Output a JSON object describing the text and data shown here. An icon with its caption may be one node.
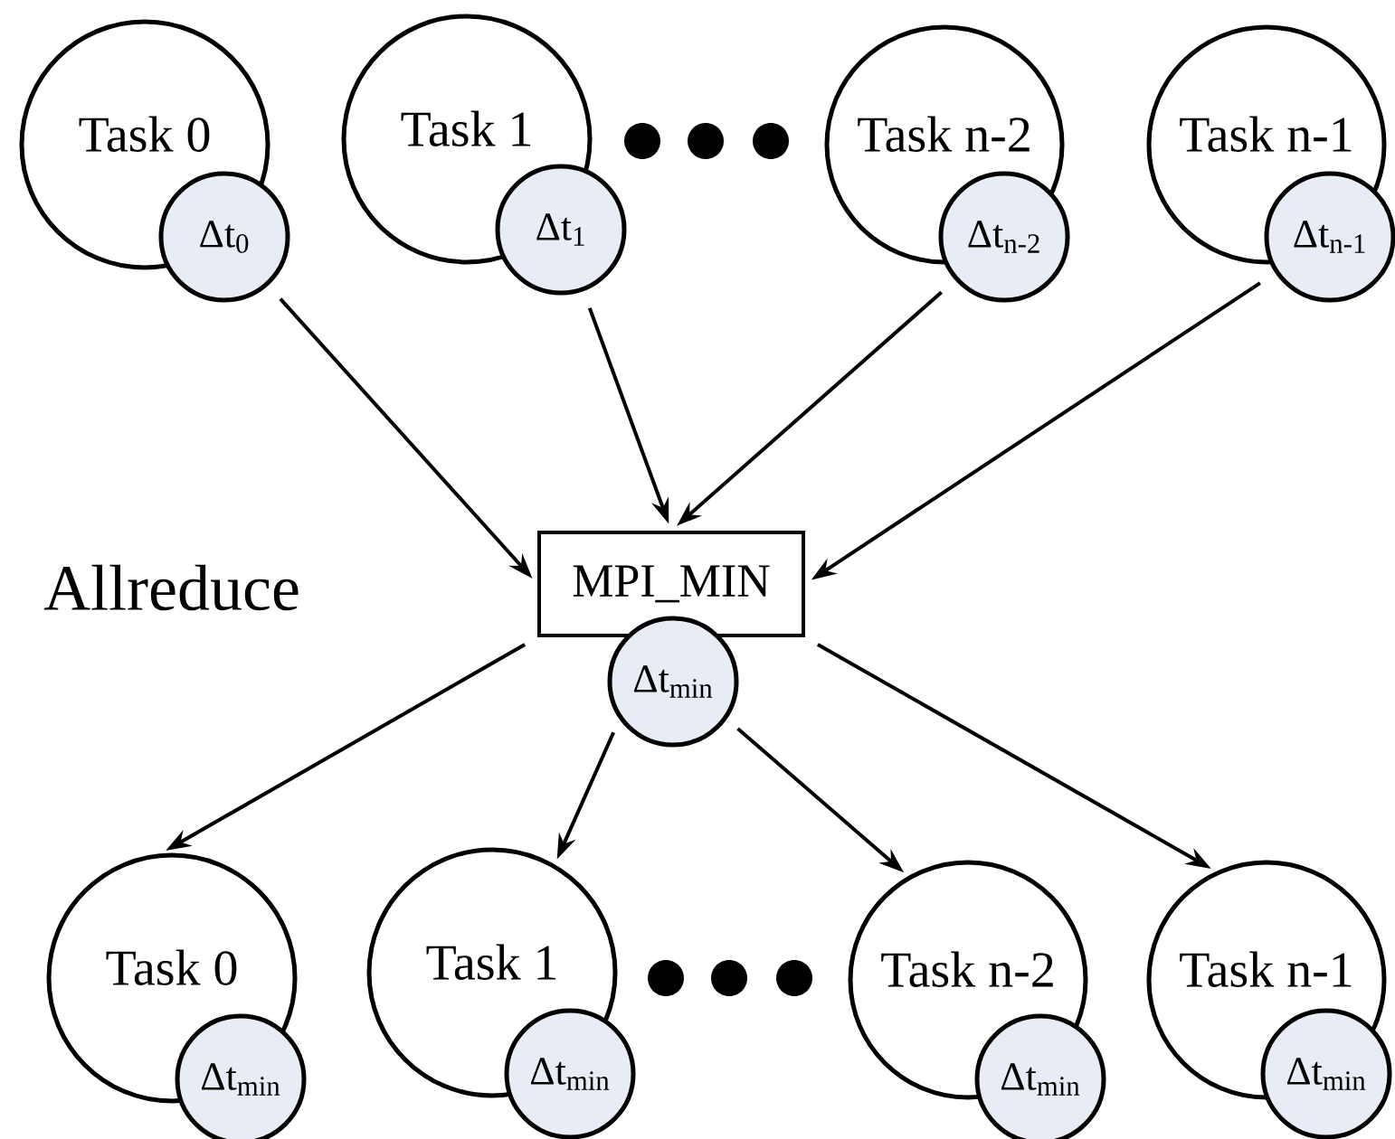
{
  "diagram": {
    "nodes": [
      {
        "text": [
          "Task 0"
        ]
      },
      {
        "text": [
          "Δt$_{0}$"
        ]
      },
      {
        "text": [
          "Task 1"
        ]
      },
      {
        "text": [
          "Δt$_{1}$"
        ]
      },
      {
        "text": [
          "Task n-2"
        ]
      },
      {
        "text": [
          "Δt$_{n-2}$"
        ]
      },
      {
        "text": [
          "Task n-1"
        ]
      },
      {
        "text": [
          "Δt$_{n-1}$"
        ]
      },
      {
        "text": [
          "MPI_MIN"
        ]
      },
      {
        "text": [
          "Δt$_{min}$"
        ]
      },
      {
        "text": [
          "Task 0"
        ]
      },
      {
        "text": [
          "Δt$_{min}$"
        ]
      },
      {
        "text": [
          "Task 1"
        ]
      },
      {
        "text": [
          "Δt$_{min}$"
        ]
      },
      {
        "text": [
          "Task n-2"
        ]
      },
      {
        "text": [
          "Δt$_{min}$"
        ]
      },
      {
        "text": [
          "Task n-1"
        ]
      },
      {
        "text": [
          "Δt$_{min}$"
        ]
      }
    ],
    "edges": [
      {
        "from": 1,
        "to": 8,
        "arrow": "to"
      },
      {
        "from": 3,
        "to": 8,
        "arrow": "to"
      },
      {
        "from": 5,
        "to": 8,
        "arrow": "to"
      },
      {
        "from": 7,
        "to": 8,
        "arrow": "to"
      },
      {
        "from": 8,
        "to": 10,
        "arrow": "to"
      },
      {
        "from": 9,
        "to": 12,
        "arrow": "to"
      },
      {
        "from": 9,
        "to": 14,
        "arrow": "to"
      },
      {
        "from": 8,
        "to": 16,
        "arrow": "to"
      }
    ],
    "labels": [
      "Allreduce"
    ]
  }
}
